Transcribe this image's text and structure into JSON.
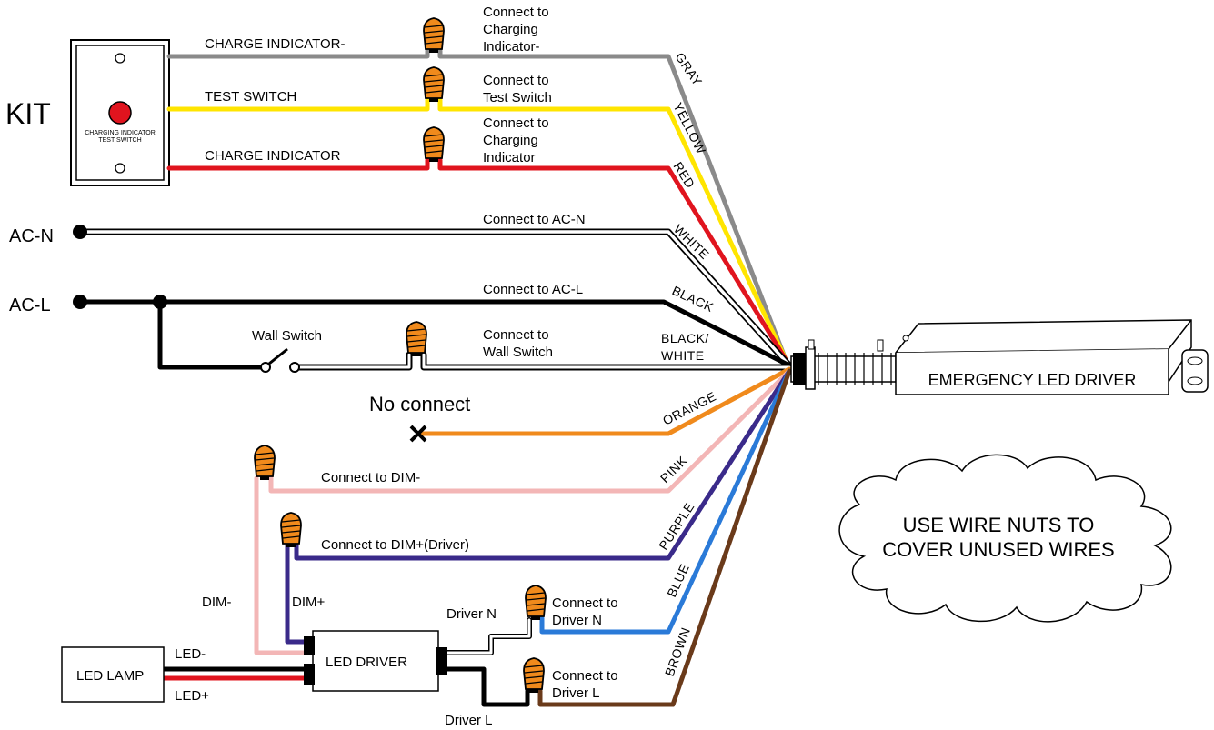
{
  "kit": {
    "label": "KIT",
    "plate_line1": "CHARGING INDICATOR",
    "plate_line2": "TEST SWITCH"
  },
  "power": {
    "ac_n": "AC-N",
    "ac_l": "AC-L"
  },
  "left_labels": {
    "charge_neg": "CHARGE INDICATOR-",
    "test_switch": "TEST SWITCH",
    "charge": "CHARGE INDICATOR",
    "wall_switch": "Wall Switch",
    "no_connect": "No connect"
  },
  "connect_labels": {
    "gray_1": "Connect to",
    "gray_2": "Charging",
    "gray_3": "Indicator-",
    "yellow_1": "Connect to",
    "yellow_2": "Test Switch",
    "red_1": "Connect to",
    "red_2": "Charging",
    "red_3": "Indicator",
    "white": "Connect to AC-N",
    "black": "Connect to AC-L",
    "bw_1": "Connect to",
    "bw_2": "Wall Switch",
    "pink": "Connect to DIM-",
    "purple": "Connect to DIM+(Driver)",
    "blue_1": "Connect to",
    "blue_2": "Driver N",
    "brown_1": "Connect to",
    "brown_2": "Driver L"
  },
  "wire_colors": {
    "gray": "GRAY",
    "yellow": "YELLOW",
    "red": "RED",
    "white": "WHITE",
    "black": "BLACK",
    "bw_1": "BLACK/",
    "bw_2": "WHITE",
    "orange": "ORANGE",
    "pink": "PINK",
    "purple": "PURPLE",
    "blue": "BLUE",
    "brown": "BROWN"
  },
  "driver": {
    "label": "EMERGENCY LED DRIVER"
  },
  "note": {
    "line1": "USE WIRE NUTS TO",
    "line2": "COVER UNUSED WIRES"
  },
  "led": {
    "lamp": "LED LAMP",
    "driver": "LED DRIVER",
    "led_neg": "LED-",
    "led_pos": "LED+",
    "dim_neg": "DIM-",
    "dim_pos": "DIM+",
    "driver_n": "Driver N",
    "driver_l": "Driver L"
  },
  "colors": {
    "gray": "#8a8a8a",
    "yellow": "#ffe500",
    "red": "#e0141e",
    "orange": "#f08a1c",
    "pink": "#f3b6b6",
    "purple": "#3a2a8a",
    "blue": "#2a7ad8",
    "brown": "#6a3a1a",
    "nut": "#f08a1c"
  }
}
